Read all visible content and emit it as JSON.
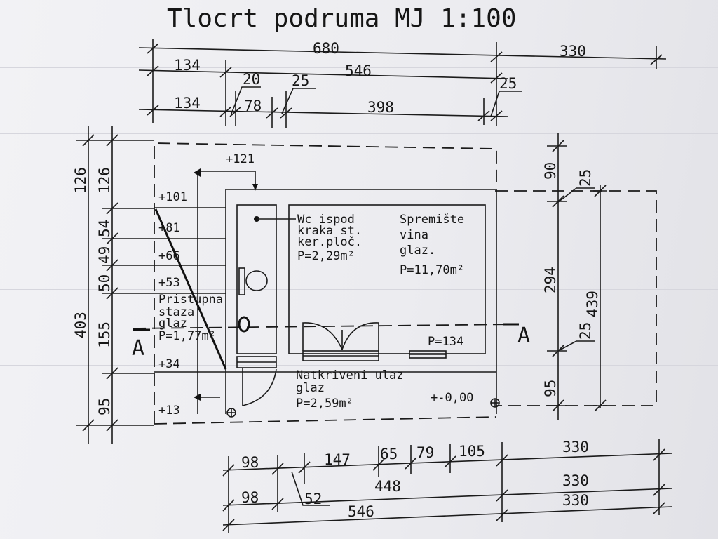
{
  "title": "Tlocrt podruma MJ 1:100",
  "top_dims": {
    "row1": [
      "680",
      "330"
    ],
    "row2": [
      "134",
      "546"
    ],
    "row3": [
      "134",
      "20",
      "78",
      "25",
      "398",
      "25"
    ]
  },
  "left_dims": [
    "403",
    "126",
    "126",
    "54",
    "49",
    "50",
    "155",
    "95"
  ],
  "right_dims": [
    "90",
    "25",
    "294",
    "439",
    "25",
    "95"
  ],
  "bottom_dims": {
    "row1": [
      "98",
      "147",
      "65",
      "79",
      "105",
      "330"
    ],
    "row2": [
      "98",
      "52",
      "448",
      "330"
    ],
    "row3": [
      "546",
      "330"
    ]
  },
  "levels": [
    "+121",
    "+101",
    "+81",
    "+66",
    "+53",
    "+34",
    "+13",
    "+-0,00"
  ],
  "section_marks": [
    "A",
    "A"
  ],
  "rooms": {
    "wc": [
      "Wc ispod",
      "kraka st.",
      "ker.ploč.",
      "P=2,29m²"
    ],
    "wine": [
      "Spremište",
      "vina",
      "glaz.",
      "P=11,70m²"
    ],
    "path": [
      "Pristupna",
      "staza",
      "glaz",
      "P=1,77m²"
    ],
    "entry": [
      "Natkriveni ulaz",
      "glaz",
      "P=2,59m²"
    ]
  },
  "window_label": "P=134"
}
